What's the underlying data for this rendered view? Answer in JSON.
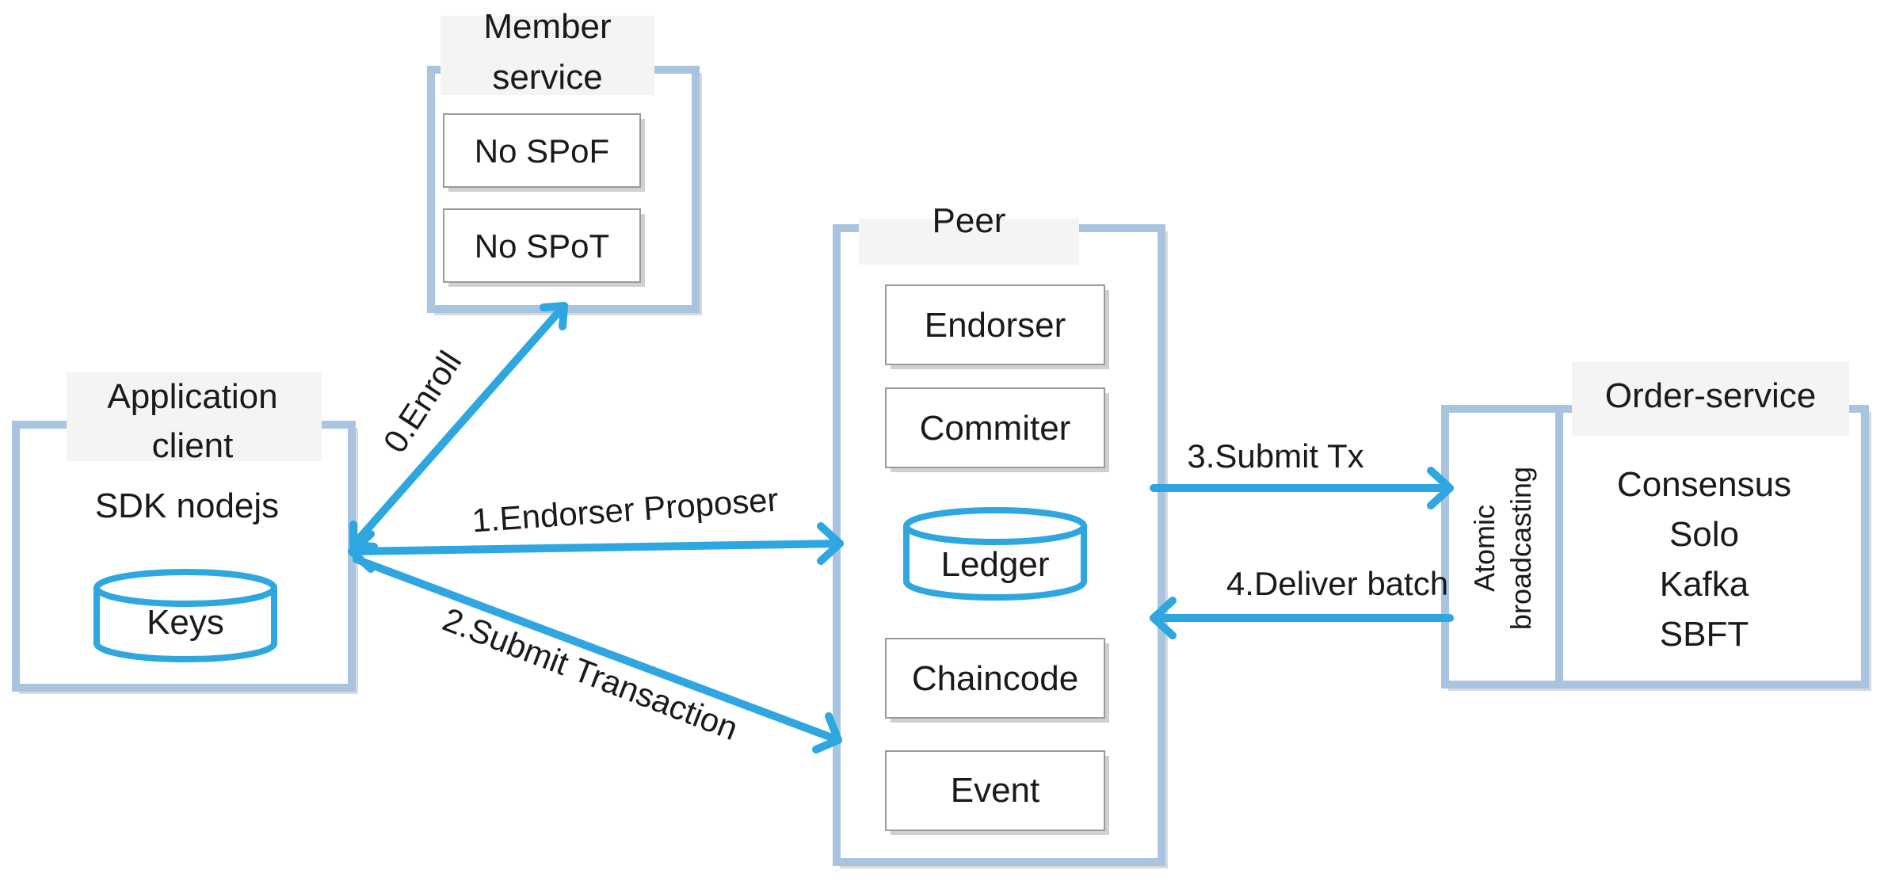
{
  "member_service": {
    "title_line1": "Member",
    "title_line2": "service",
    "items": [
      "No SPoF",
      "No SPoT"
    ]
  },
  "application_client": {
    "title_line1": "Application",
    "title_line2": "client",
    "sdk": "SDK nodejs",
    "keys": "Keys"
  },
  "peer": {
    "title": "Peer",
    "endorser": "Endorser",
    "commiter": "Commiter",
    "ledger": "Ledger",
    "chaincode": "Chaincode",
    "event": "Event"
  },
  "order_service": {
    "title": "Order-service",
    "atomic_line1": "Atomic",
    "atomic_line2": "broadcasting",
    "consensus": "Consensus",
    "solo": "Solo",
    "kafka": "Kafka",
    "sbft": "SBFT"
  },
  "edges": {
    "enroll": "0.Enroll",
    "endorser_proposer": "1.Endorser Proposer",
    "submit_transaction": "2.Submit Transaction",
    "submit_tx": "3.Submit Tx",
    "deliver_batch": "4.Deliver batch"
  },
  "colors": {
    "frame": "#a8c4e0",
    "arrow": "#2ea6df"
  }
}
